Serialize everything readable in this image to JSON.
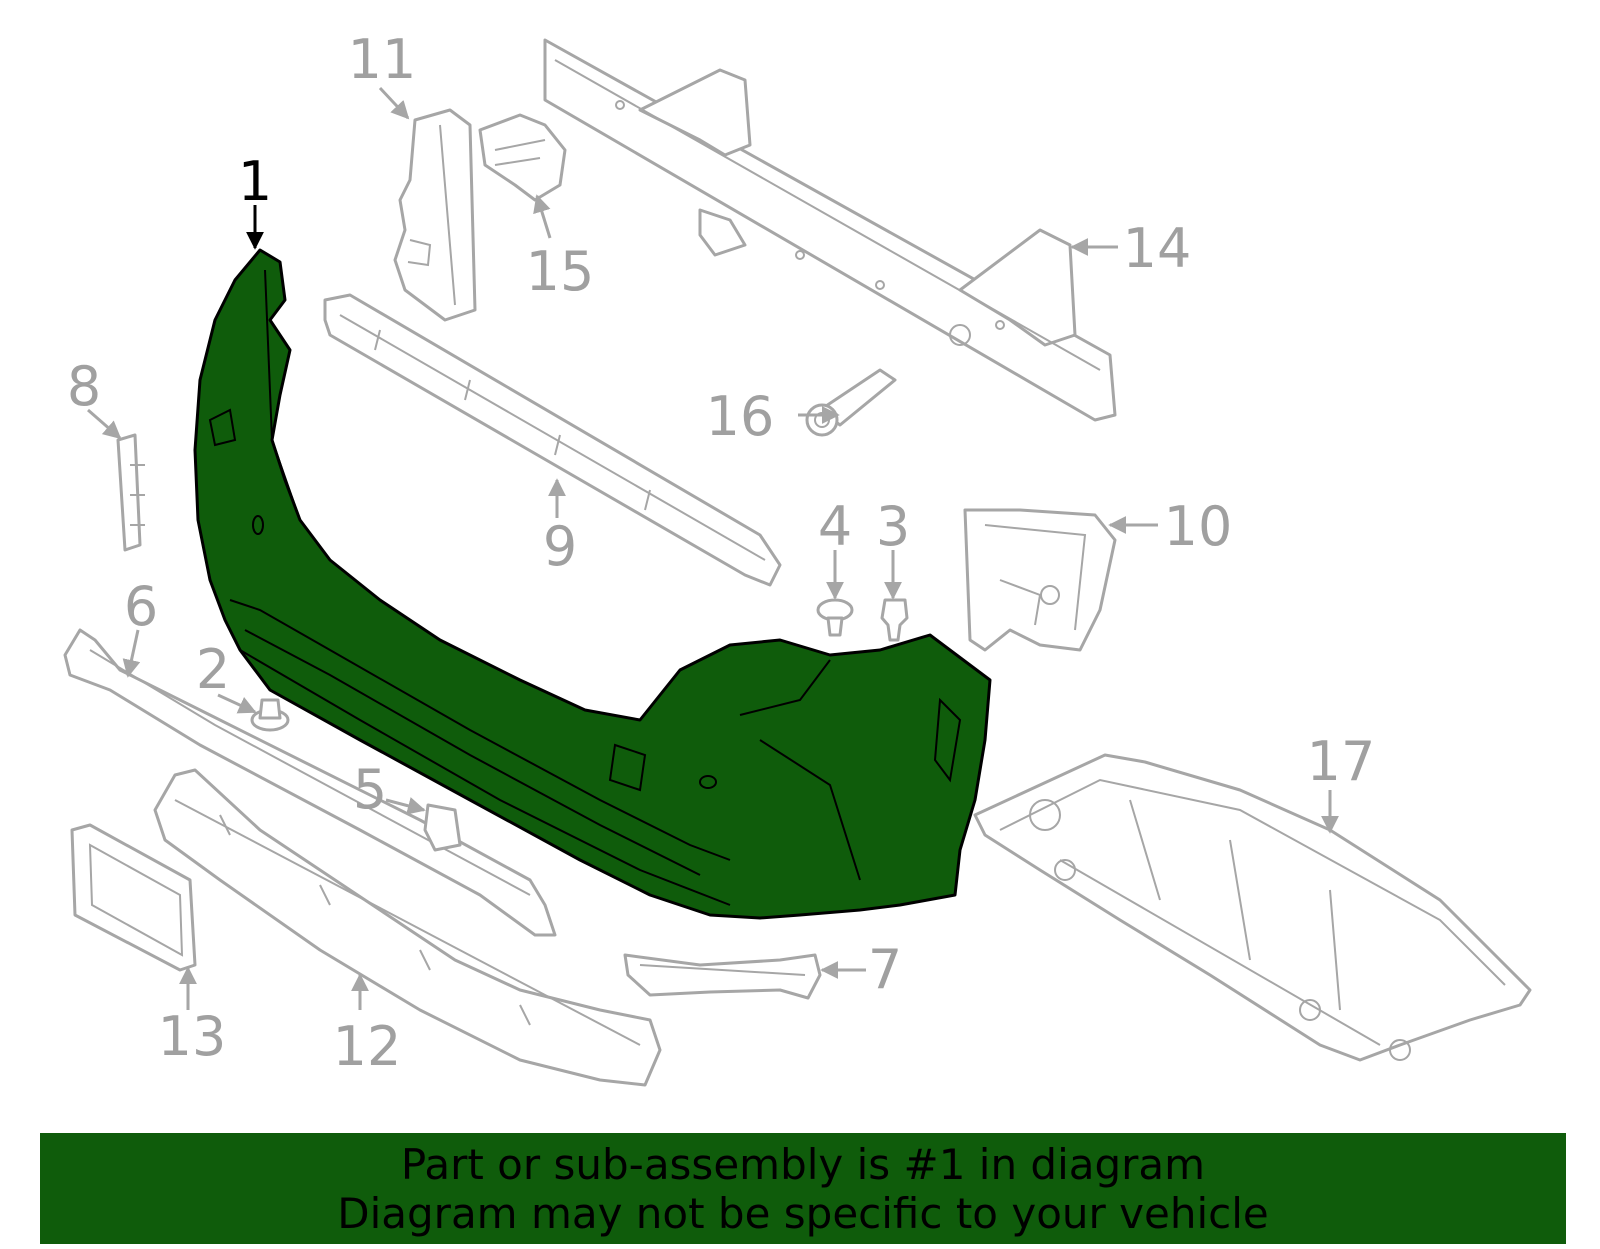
{
  "diagram": {
    "highlight_color": "#0f5c0b",
    "part_color": "#a6a6a6",
    "callouts": {
      "c1": "1",
      "c2": "2",
      "c3": "3",
      "c4": "4",
      "c5": "5",
      "c6": "6",
      "c7": "7",
      "c8": "8",
      "c9": "9",
      "c10": "10",
      "c11": "11",
      "c12": "12",
      "c13": "13",
      "c14": "14",
      "c15": "15",
      "c16": "16",
      "c17": "17"
    }
  },
  "banner": {
    "line1": "Part or sub-assembly is #1 in diagram",
    "line2": "Diagram may not be specific to your vehicle"
  }
}
